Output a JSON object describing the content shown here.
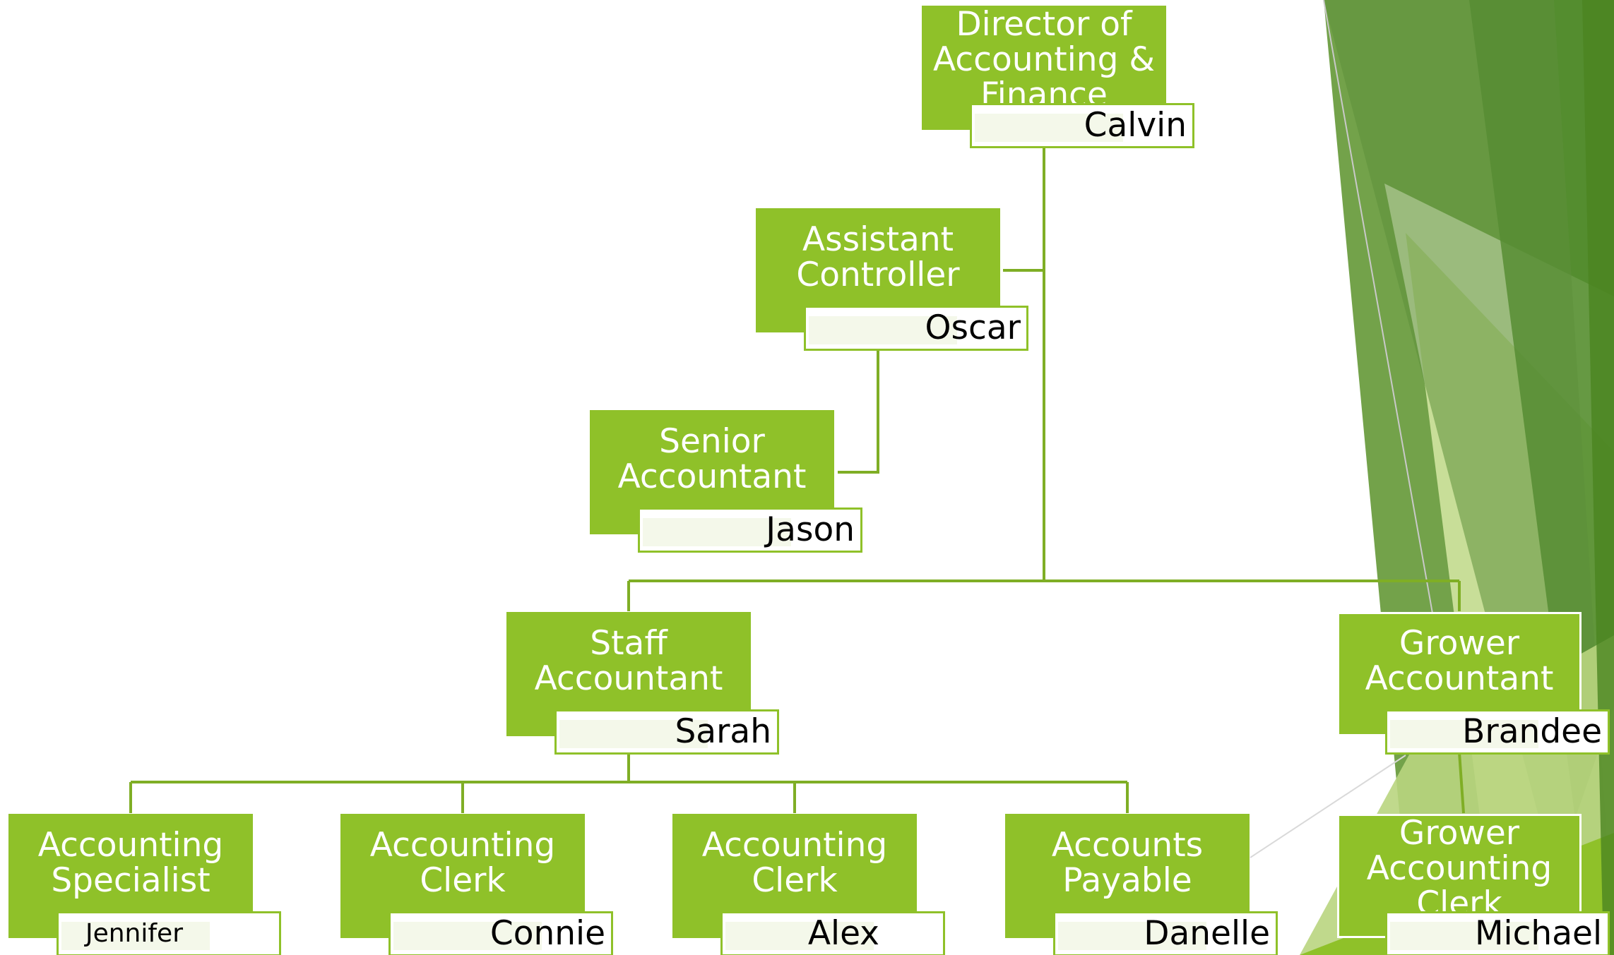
{
  "colors": {
    "box": "#8fc129",
    "line": "#7fae25",
    "name_border": "#8fc129",
    "name_fill": "#f4f8ea",
    "deco_dark": "#4f8a2a",
    "deco_mid": "#6a9a4e",
    "deco_light": "#c8de98",
    "deco_pale": "#e6f0cf"
  },
  "org_chart": {
    "director": {
      "role": "Director of Accounting & Finance",
      "name": "Calvin"
    },
    "assistant_controller": {
      "role": "Assistant Controller",
      "name": "Oscar"
    },
    "senior_accountant": {
      "role": "Senior Accountant",
      "name": "Jason"
    },
    "staff_accountant": {
      "role": "Staff Accountant",
      "name": "Sarah"
    },
    "grower_accountant": {
      "role": "Grower Accountant",
      "name": "Brandee"
    },
    "accounting_specialist": {
      "role": "Accounting Specialist",
      "name": "Jennifer"
    },
    "accounting_clerk_1": {
      "role": "Accounting Clerk",
      "name": "Connie"
    },
    "accounting_clerk_2": {
      "role": "Accounting Clerk",
      "name": "Alex"
    },
    "accounts_payable": {
      "role": "Accounts Payable",
      "name": "Danelle"
    },
    "grower_accounting_clerk": {
      "role": "Grower Accounting Clerk",
      "name": "Michael"
    }
  }
}
